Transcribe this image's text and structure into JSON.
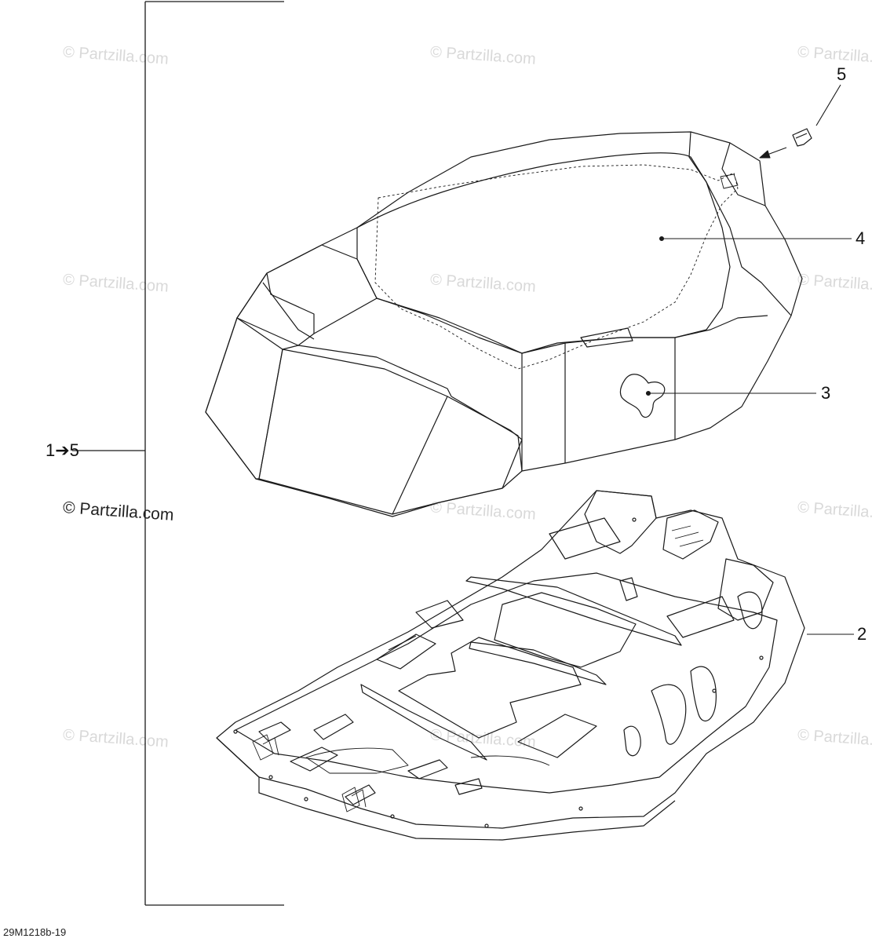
{
  "watermark": "© Partzilla.com",
  "watermark_main": "© Partzilla.com",
  "callouts": {
    "assembly": "1➔5",
    "p2": "2",
    "p3": "3",
    "p4": "4",
    "p5": "5"
  },
  "drawing_code": "29M1218b-19",
  "colors": {
    "line": "#1a1a1a",
    "watermark": "#d9d9d9",
    "background": "#ffffff"
  }
}
